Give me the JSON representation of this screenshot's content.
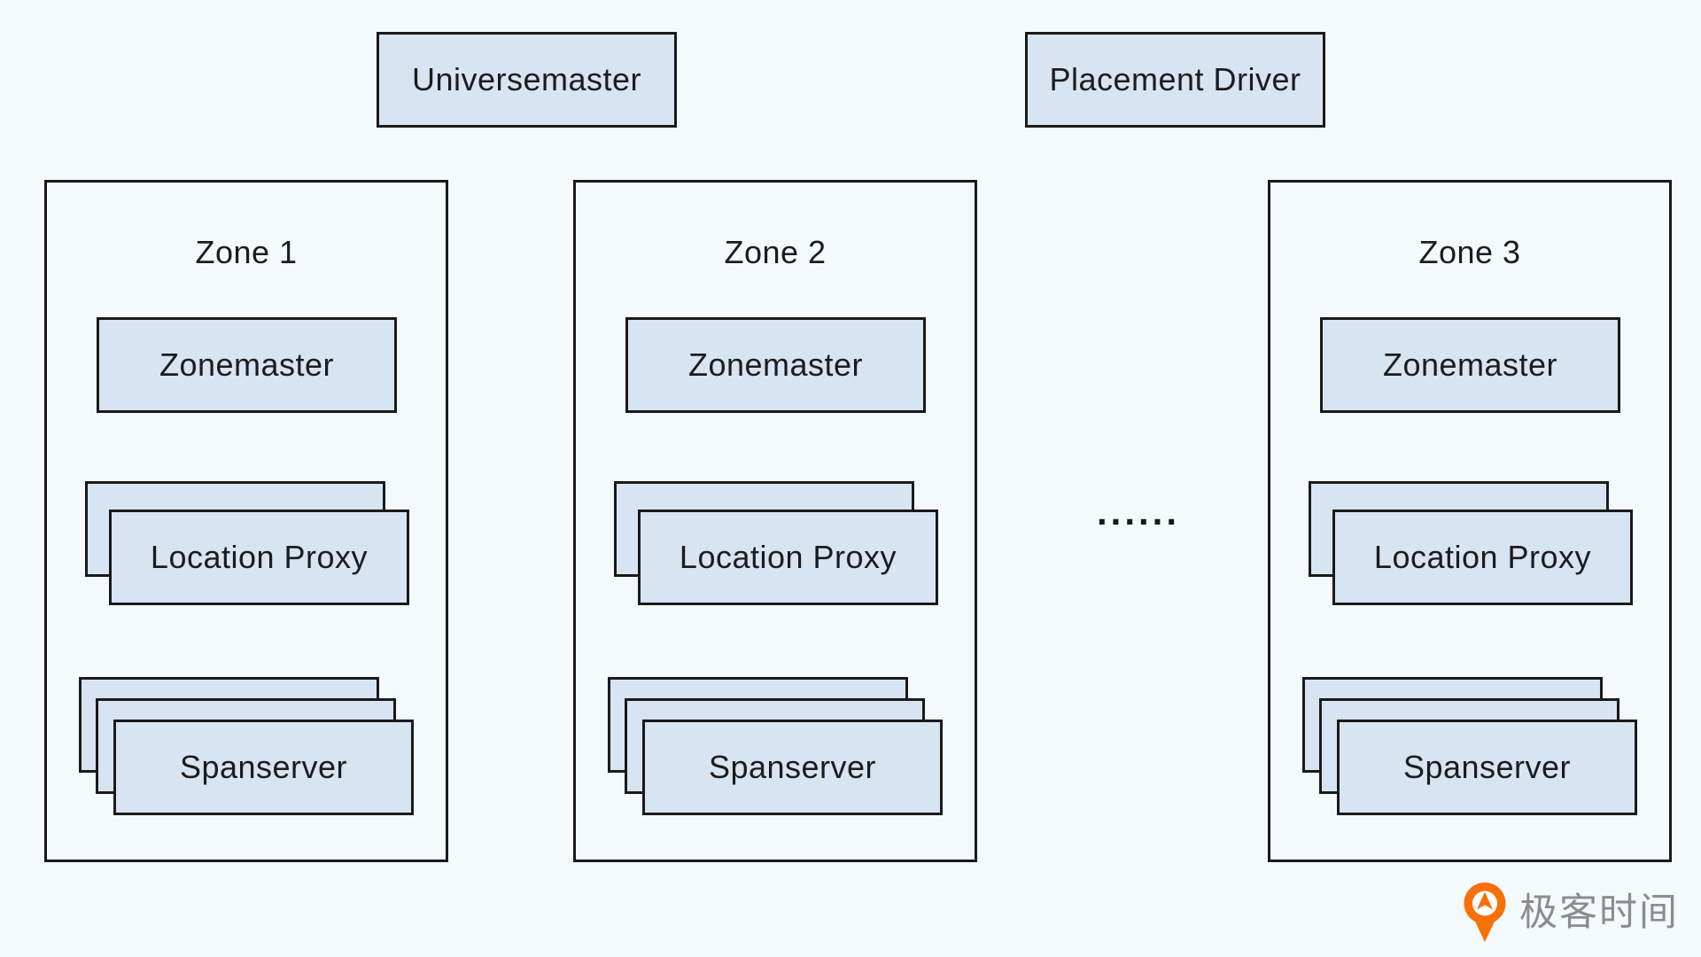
{
  "top": {
    "universemaster": "Universemaster",
    "placement_driver": "Placement Driver"
  },
  "zones": [
    {
      "title": "Zone 1",
      "zonemaster": "Zonemaster",
      "location_proxy": "Location Proxy",
      "spanserver": "Spanserver"
    },
    {
      "title": "Zone 2",
      "zonemaster": "Zonemaster",
      "location_proxy": "Location Proxy",
      "spanserver": "Spanserver"
    },
    {
      "title": "Zone 3",
      "zonemaster": "Zonemaster",
      "location_proxy": "Location Proxy",
      "spanserver": "Spanserver"
    }
  ],
  "ellipsis": "......",
  "logo": {
    "text": "极客时间"
  },
  "colors": {
    "background": "#f4f9fb",
    "box_fill": "#d7e4f1",
    "box_border": "#1a1a1a",
    "text": "#1c1c1e",
    "logo_orange": "#f8700a",
    "logo_gray": "#8c8c8e"
  }
}
